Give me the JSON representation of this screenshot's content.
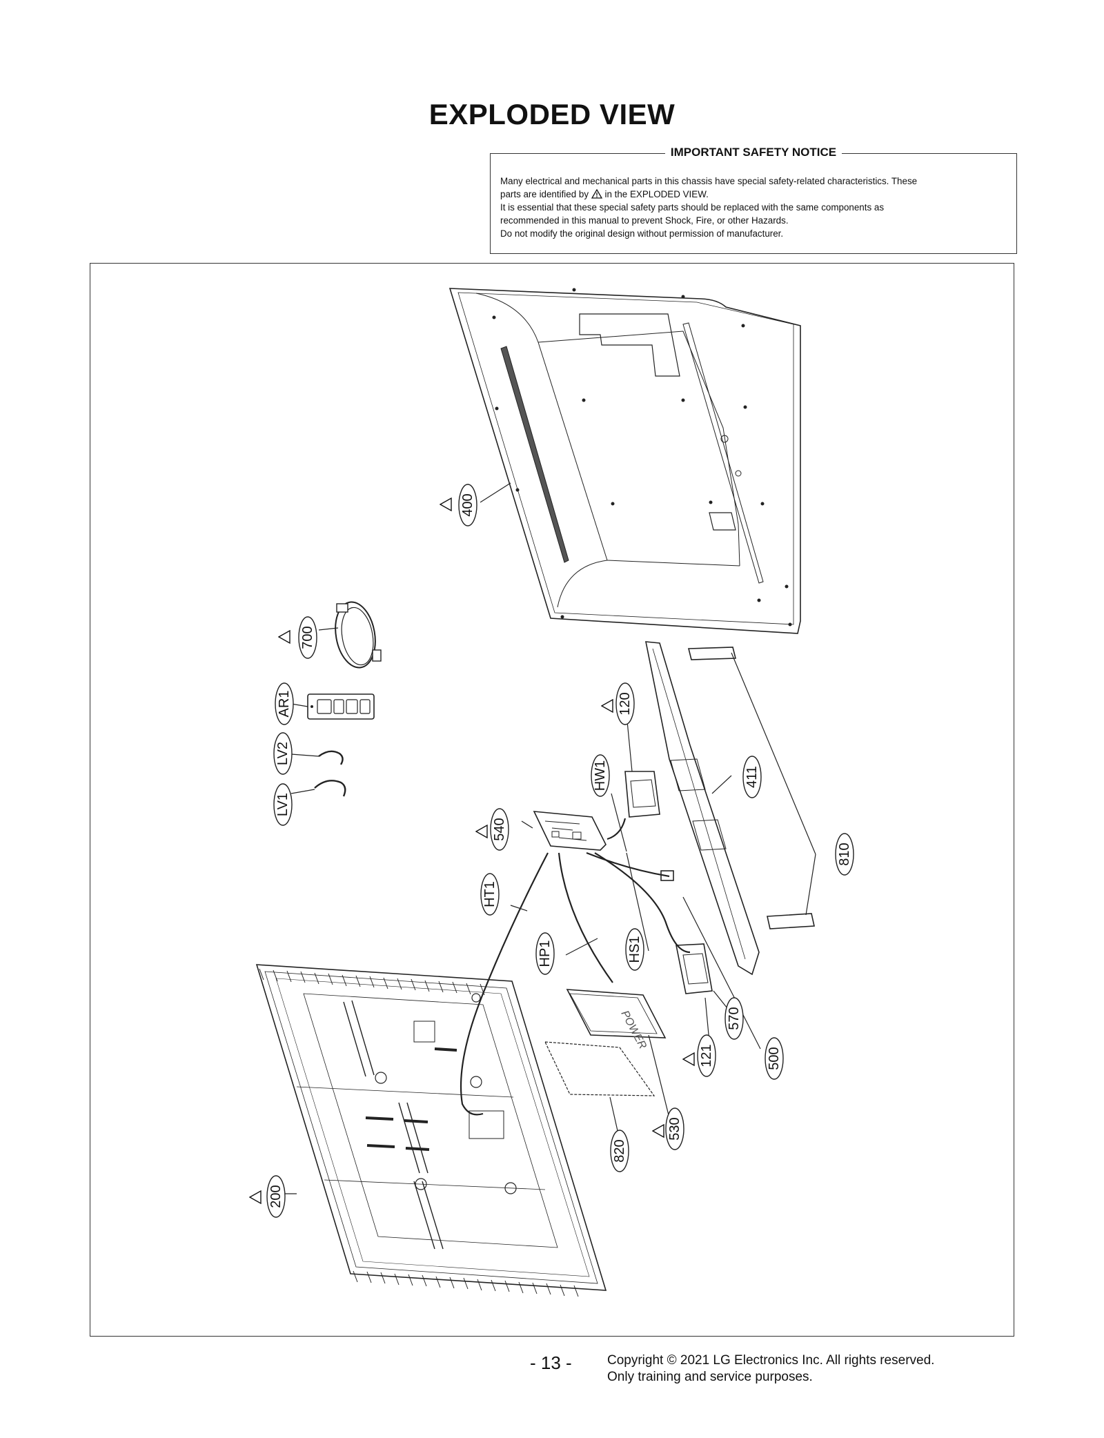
{
  "page": {
    "title": "EXPLODED VIEW",
    "page_number": "- 13 -"
  },
  "notice": {
    "title": "IMPORTANT SAFETY NOTICE",
    "line1": "Many electrical and mechanical parts in this chassis have special safety-related characteristics. These",
    "line2a": "parts are identified by",
    "line2b": "in the EXPLODED VIEW.",
    "line3": "It is essential that these special safety parts should be replaced with the same components as",
    "line4": "recommended in this manual to prevent Shock, Fire, or other Hazards.",
    "line5": "Do not modify the original design without permission of manufacturer."
  },
  "callouts": {
    "c400": "400",
    "c700": "700",
    "cAR1": "AR1",
    "cLV2": "LV2",
    "cLV1": "LV1",
    "c120": "120",
    "cHW1": "HW1",
    "c540": "540",
    "c411": "411",
    "c810": "810",
    "cHT1": "HT1",
    "cHP1": "HP1",
    "cHS1": "HS1",
    "c570": "570",
    "c500": "500",
    "c121": "121",
    "c530": "530",
    "c820": "820",
    "c200": "200"
  },
  "labels": {
    "power": "POWER"
  },
  "footer": {
    "copyright_line1": "Copyright © 2021 LG Electronics Inc. All rights reserved.",
    "copyright_line2": "Only training and service purposes."
  }
}
